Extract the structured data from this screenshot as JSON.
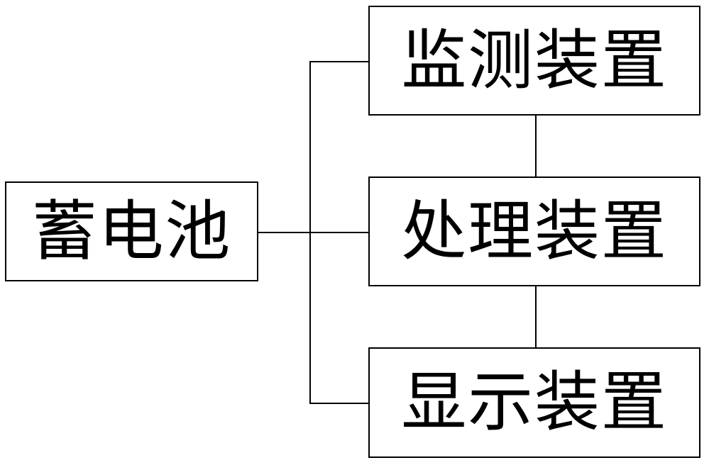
{
  "diagram": {
    "title": "",
    "background_color": "#ffffff",
    "line_color": "#000000",
    "text_color": "#000000",
    "nodes": [
      {
        "id": "battery",
        "label": "蓄电池"
      },
      {
        "id": "monitor",
        "label": "监测装置"
      },
      {
        "id": "process",
        "label": "处理装置"
      },
      {
        "id": "display",
        "label": "显示装置"
      }
    ],
    "connectors": [
      {
        "id": "bus-trunk",
        "from": "battery",
        "to": "bus",
        "kind": "vertical-bus"
      },
      {
        "id": "bus-branch-top",
        "from": "bus",
        "to": "monitor",
        "kind": "horizontal"
      },
      {
        "id": "battery-lead",
        "from": "battery",
        "to": "process",
        "kind": "horizontal"
      },
      {
        "id": "bus-branch-bottom",
        "from": "bus",
        "to": "display",
        "kind": "horizontal"
      },
      {
        "id": "link-monitor-process",
        "from": "monitor",
        "to": "process",
        "kind": "vertical"
      },
      {
        "id": "link-process-display",
        "from": "process",
        "to": "display",
        "kind": "vertical"
      }
    ]
  }
}
